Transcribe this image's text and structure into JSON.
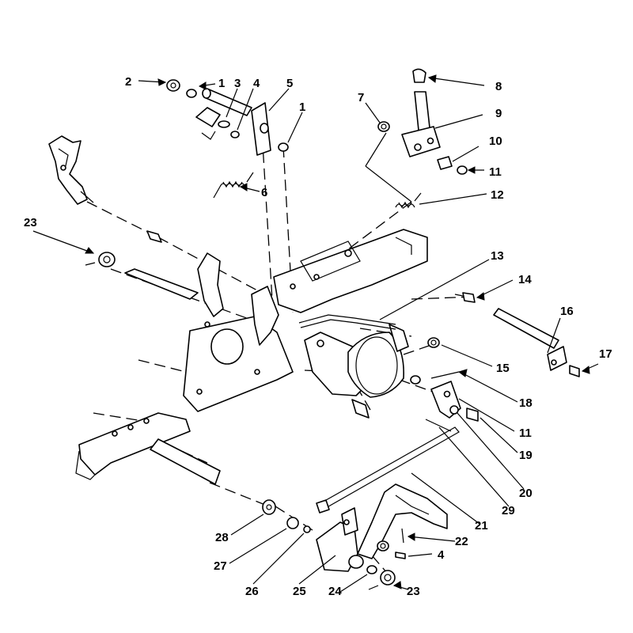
{
  "callouts": [
    {
      "id": "c-2",
      "label": "2"
    },
    {
      "id": "c-1a",
      "label": "1"
    },
    {
      "id": "c-3",
      "label": "3"
    },
    {
      "id": "c-4a",
      "label": "4"
    },
    {
      "id": "c-5",
      "label": "5"
    },
    {
      "id": "c-1b",
      "label": "1"
    },
    {
      "id": "c-6",
      "label": "6"
    },
    {
      "id": "c-7",
      "label": "7"
    },
    {
      "id": "c-8",
      "label": "8"
    },
    {
      "id": "c-9",
      "label": "9"
    },
    {
      "id": "c-10",
      "label": "10"
    },
    {
      "id": "c-11a",
      "label": "11"
    },
    {
      "id": "c-12",
      "label": "12"
    },
    {
      "id": "c-23a",
      "label": "23"
    },
    {
      "id": "c-13",
      "label": "13"
    },
    {
      "id": "c-14",
      "label": "14"
    },
    {
      "id": "c-16",
      "label": "16"
    },
    {
      "id": "c-17",
      "label": "17"
    },
    {
      "id": "c-15",
      "label": "15"
    },
    {
      "id": "c-18",
      "label": "18"
    },
    {
      "id": "c-11b",
      "label": "11"
    },
    {
      "id": "c-19",
      "label": "19"
    },
    {
      "id": "c-20",
      "label": "20"
    },
    {
      "id": "c-29",
      "label": "29"
    },
    {
      "id": "c-21",
      "label": "21"
    },
    {
      "id": "c-22",
      "label": "22"
    },
    {
      "id": "c-4b",
      "label": "4"
    },
    {
      "id": "c-28",
      "label": "28"
    },
    {
      "id": "c-27",
      "label": "27"
    },
    {
      "id": "c-26",
      "label": "26"
    },
    {
      "id": "c-25",
      "label": "25"
    },
    {
      "id": "c-24",
      "label": "24"
    },
    {
      "id": "c-23b",
      "label": "23"
    }
  ]
}
